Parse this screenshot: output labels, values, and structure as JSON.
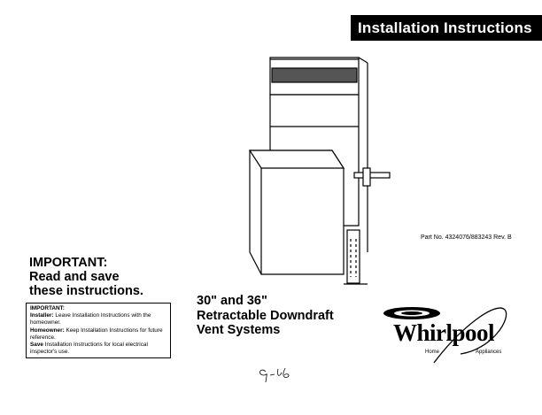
{
  "banner": {
    "title": "Installation Instructions"
  },
  "part_number": "Part No. 4324076/883243 Rev. B",
  "important_heading": [
    "IMPORTANT:",
    "Read and save",
    "these instructions."
  ],
  "important_box": {
    "heading": "IMPORTANT:",
    "installer_label": "Installer:",
    "installer_text": " Leave Installation Instructions with the homeowner.",
    "homeowner_label": "Homeowner:",
    "homeowner_text": " Keep Installation Instructions for future reference.",
    "save_label": "Save",
    "save_text": " Installation Instructions for local electrical inspector's use."
  },
  "product_title": [
    "30\" and 36\"",
    "Retractable Downdraft",
    "Vent Systems"
  ],
  "handwritten_note": "9-96",
  "logo": {
    "brand": "Whirlpool",
    "sub_left": "Home",
    "sub_right": "Appliances"
  }
}
